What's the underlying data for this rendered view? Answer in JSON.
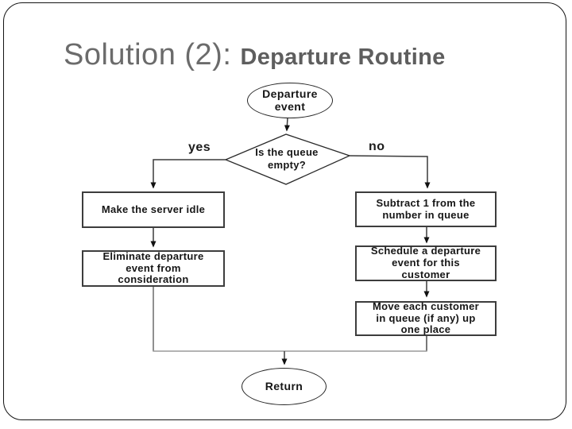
{
  "title": {
    "prefix": "Solution (2): ",
    "emphasis": "Departure Routine"
  },
  "flowchart": {
    "start": {
      "label": "Departure\nevent"
    },
    "decision": {
      "label": "Is the queue\nempty?",
      "yes": "yes",
      "no": "no"
    },
    "left_branch": [
      {
        "label": "Make the server idle"
      },
      {
        "label": "Eliminate departure\nevent from\nconsideration"
      }
    ],
    "right_branch": [
      {
        "label": "Subtract 1 from the\nnumber in queue"
      },
      {
        "label": "Schedule a departure\nevent for this\ncustomer"
      },
      {
        "label": "Move each customer\nin queue (if any) up\none place"
      }
    ],
    "end": {
      "label": "Return"
    }
  },
  "colors": {
    "background": "#ffffff",
    "slide_border": "#141414",
    "title_text": "#6b6b6b",
    "node_border": "#3d3d3d",
    "node_text": "#161616",
    "connector_line": "#4a4a4a",
    "merge_line": "#9a9a9a",
    "arrowhead": "#111111"
  }
}
